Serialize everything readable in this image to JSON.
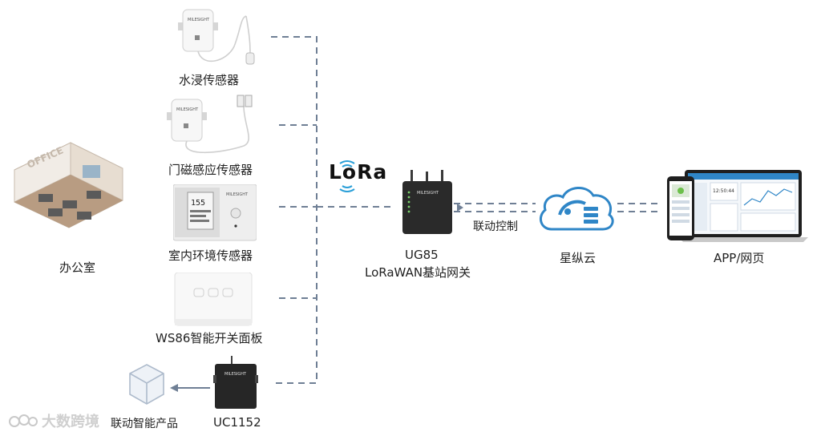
{
  "office": {
    "label": "办公室",
    "sign": "OFFICE"
  },
  "sensors": [
    {
      "label": "水浸传感器",
      "brand": "MILESIGHT"
    },
    {
      "label": "门磁感应传感器",
      "brand": "MILESIGHT"
    },
    {
      "label": "室内环境传感器",
      "brand": "MILESIGHT",
      "display_value": "155"
    },
    {
      "label": "WS86智能开关面板"
    }
  ],
  "controller": {
    "label": "UC1152",
    "brand": "MILESIGHT"
  },
  "linked_product": {
    "label": "联动智能产品"
  },
  "gateway": {
    "name": "UG85",
    "desc": "LoRaWAN基站网关",
    "brand": "MILESIGHT"
  },
  "lora": {
    "logo_text": "LoRa"
  },
  "link_control": {
    "label": "联动控制"
  },
  "cloud": {
    "label": "星纵云"
  },
  "app": {
    "label": "APP/网页",
    "clock": "12:50:44"
  },
  "watermark": {
    "text": "大数跨境"
  },
  "colors": {
    "line": "#6f7f95",
    "cloud": "#2f86c7",
    "device_dark": "#2b2b2b",
    "device_light": "#f2f2f2"
  }
}
